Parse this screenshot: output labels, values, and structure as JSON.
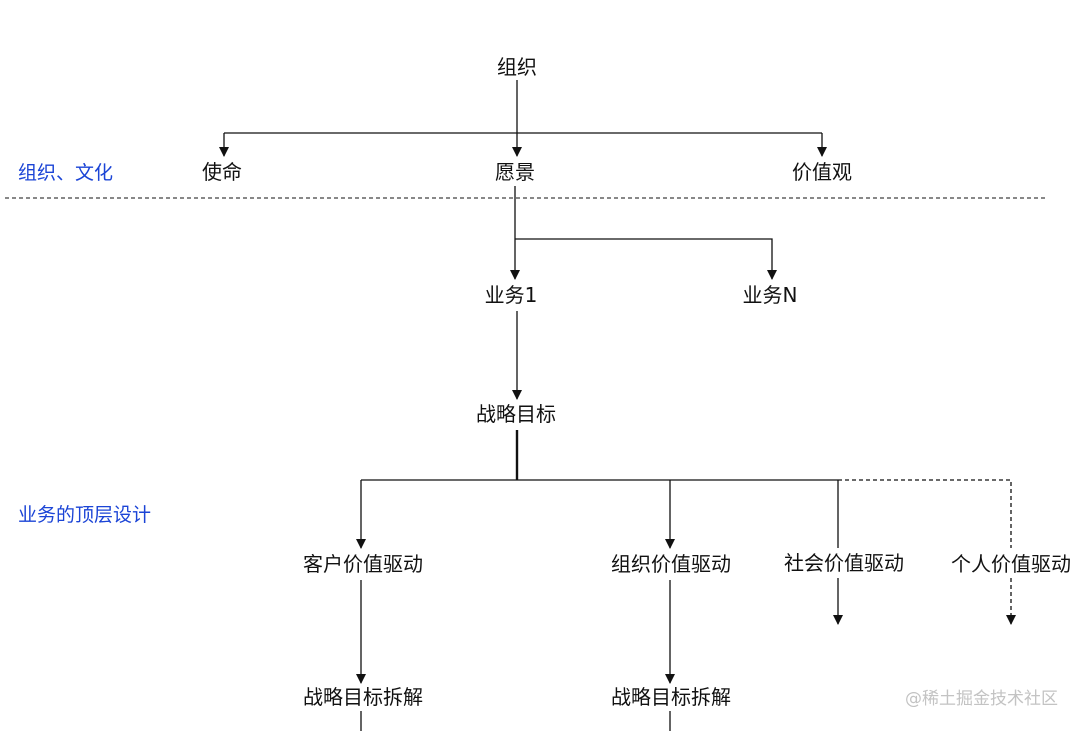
{
  "layers": {
    "top": "组织、文化",
    "business": "业务的顶层设计"
  },
  "nodes": {
    "org": "组织",
    "mission": "使命",
    "vision": "愿景",
    "values": "价值观",
    "biz1": "业务1",
    "bizN": "业务N",
    "strategy": "战略目标",
    "customer": "客户价值驱动",
    "org_value": "组织价值驱动",
    "social": "社会价值驱动",
    "personal": "个人价值驱动",
    "decomp_1": "战略目标拆解",
    "decomp_2": "战略目标拆解"
  },
  "watermark": "@稀土掘金技术社区",
  "colors": {
    "line": "#111111",
    "layer_label": "#1b44d6",
    "watermark": "#c3c3c3"
  }
}
